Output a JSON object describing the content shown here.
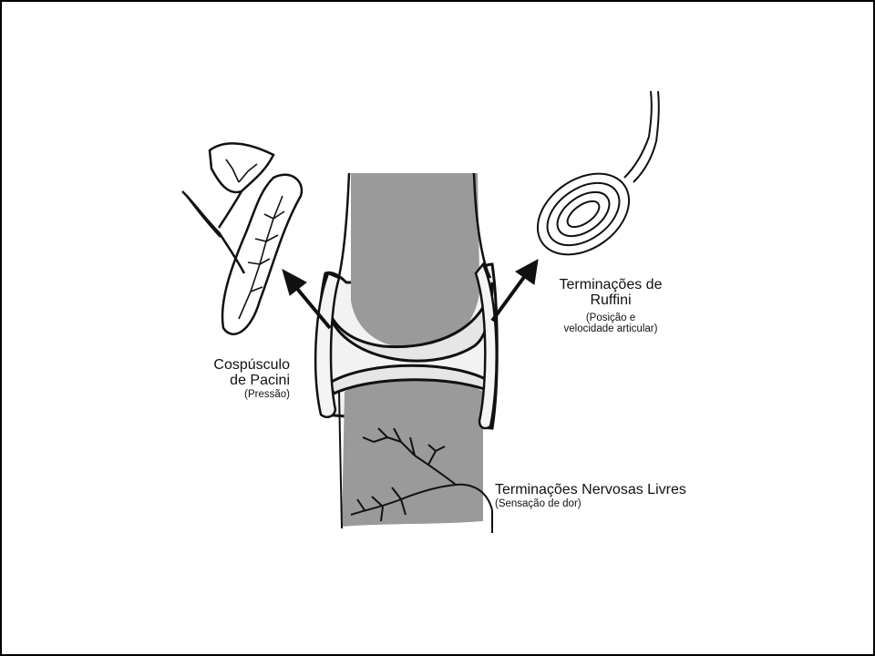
{
  "labels": {
    "pacini": {
      "line1": "Cospúsculo",
      "line2": "de Pacini",
      "note": "(Pressão)"
    },
    "ruffini": {
      "line1": "Terminações de",
      "line2": "Ruffini",
      "note1": "(Posição e",
      "note2": "velocidade articular)"
    },
    "free_endings": {
      "line1": "Terminações Nervosas Livres",
      "note": "(Sensação de dor)"
    }
  },
  "colors": {
    "bone": "#9a9a9a",
    "cartilage": "#e6e6e6",
    "ink": "#111111",
    "background": "#ffffff"
  }
}
